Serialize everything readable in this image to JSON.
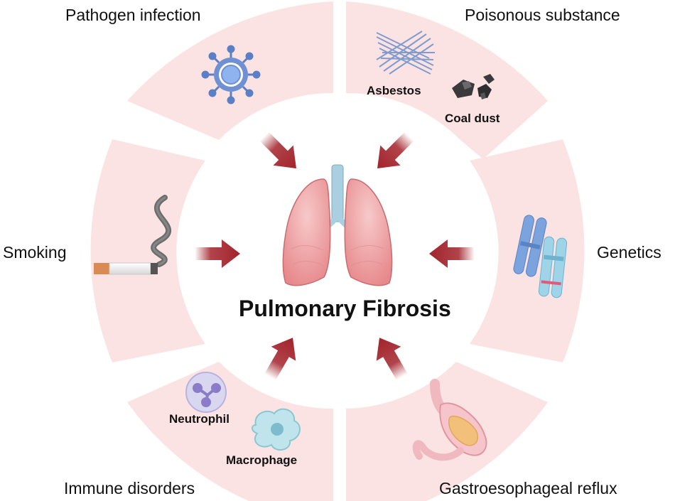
{
  "title": "Pulmonary Fibrosis",
  "factors": {
    "pathogen": "Pathogen infection",
    "poison": "Poisonous substance",
    "smoking": "Smoking",
    "genetics": "Genetics",
    "immune": "Immune disorders",
    "reflux": "Gastroesophageal reflux"
  },
  "sublabels": {
    "asbestos": "Asbestos",
    "coal": "Coal dust",
    "neutrophil": "Neutrophil",
    "macrophage": "Macrophage"
  },
  "colors": {
    "sector": "#fbe3e4",
    "arrow": "#a3232b",
    "lung": "#f0a9ab",
    "trachea": "#a9cfe0"
  }
}
